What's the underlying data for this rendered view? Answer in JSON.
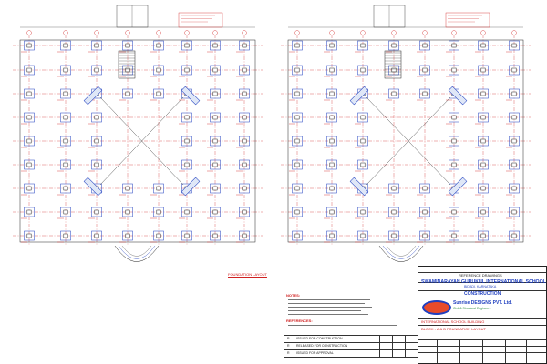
{
  "plan": {
    "colors": {
      "grid_red": "#d02020",
      "column_blue": "#1f3fbf",
      "line_dark": "#222222",
      "hatch_green": "#2b8a3e"
    },
    "section_title": "FOUNDATION LAYOUT",
    "notes_heading": "NOTES:",
    "references_heading": "REFERENCES:",
    "revision_rows": [
      {
        "no": "R",
        "text": "ISSUED FOR CONSTRUCTION"
      },
      {
        "no": "R",
        "text": "RELEASED FOR CONSTRUCTION"
      },
      {
        "no": "R",
        "text": "ISSUED FOR APPROVAL"
      }
    ]
  },
  "title_block": {
    "reference_drawings": "REFERENCE DRAWINGS",
    "client": "SWAMINARAYAN GURUKUL INTERNATIONAL SCHOOL",
    "location": "BIDADI, KARNATAKA",
    "status": "CONSTRUCTION",
    "consultant": "Sunrise DESIGNS PVT. Ltd.",
    "consultant_sub": "Civil & Structural Engineers",
    "project": "INTERNATIONAL SCHOOL BUILDING",
    "drawing_title": "BLOCK - A & B FOUNDATION LAYOUT"
  }
}
